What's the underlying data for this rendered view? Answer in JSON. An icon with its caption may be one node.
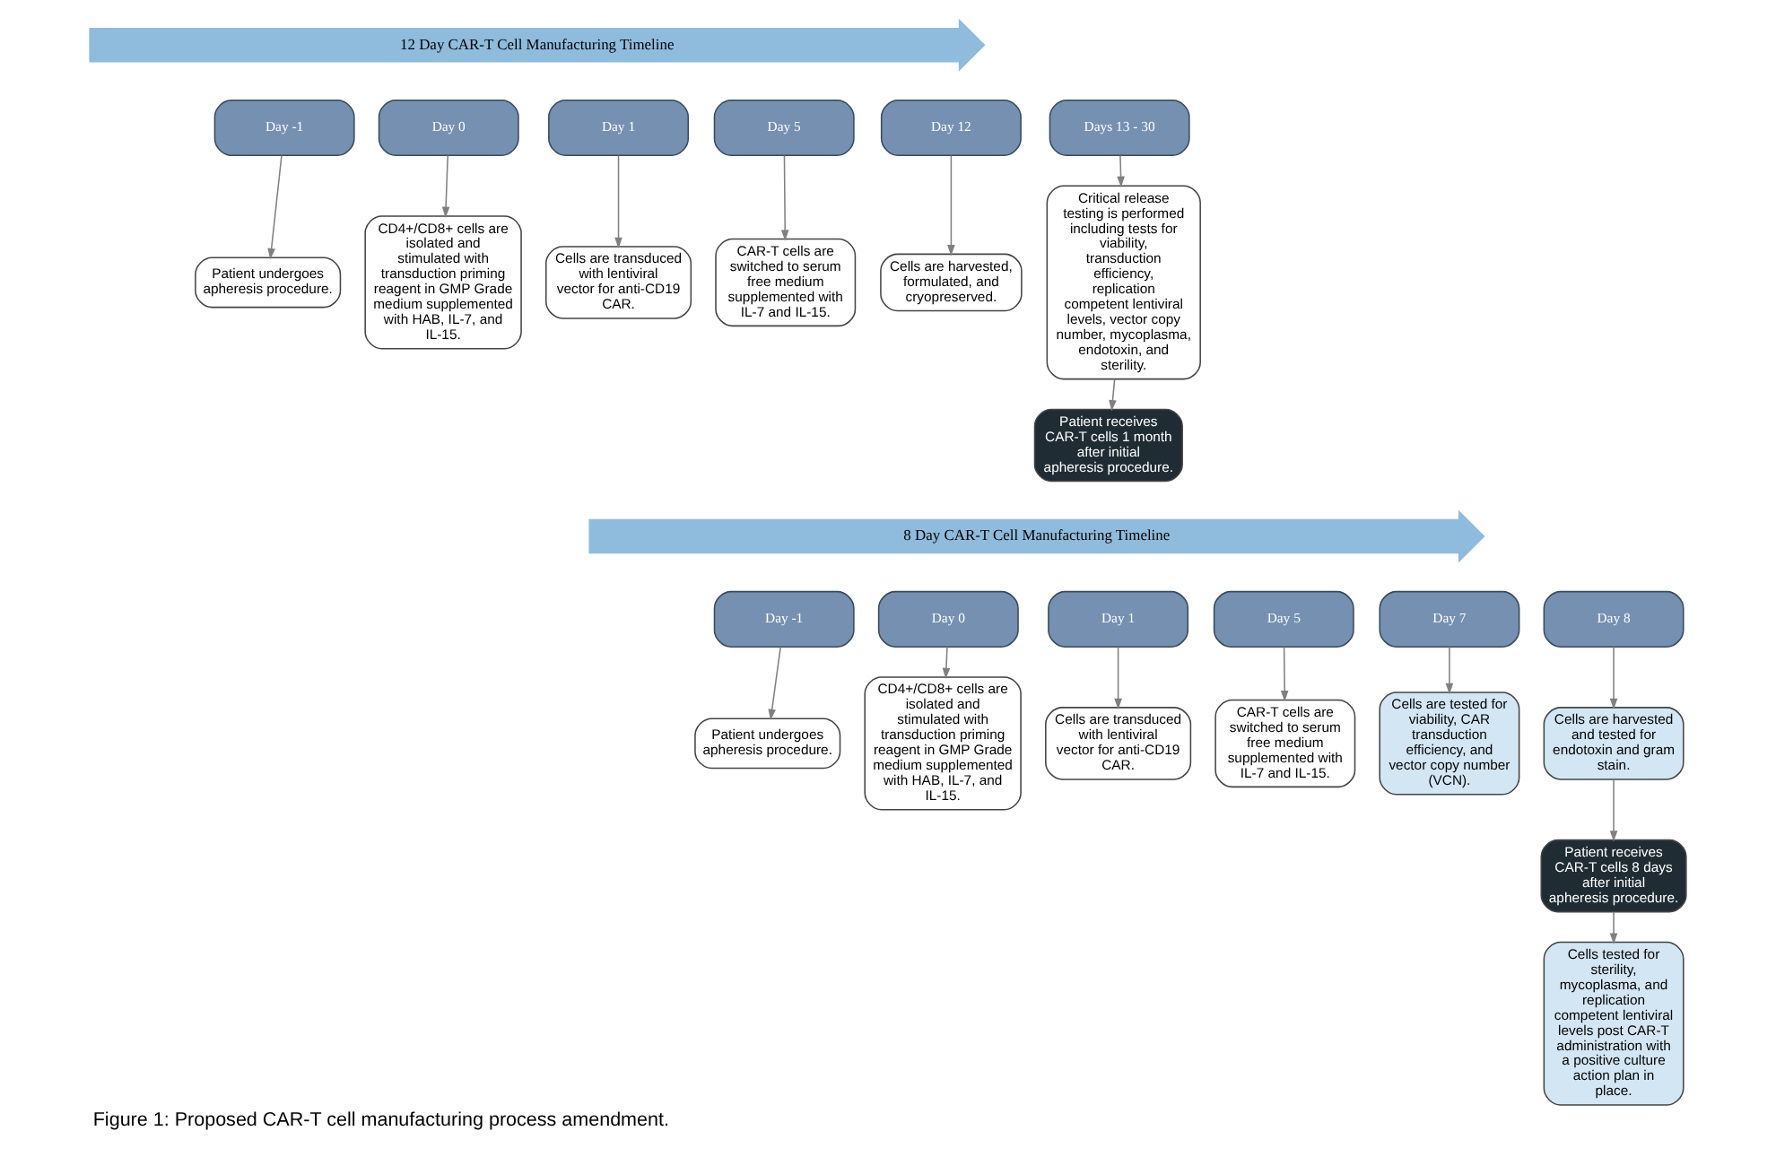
{
  "diagram": {
    "caption": "Figure 1: Proposed CAR-T cell manufacturing process amendment.",
    "nodes": [
      {
        "text": [
          "12 Day CAR-T Cell Manufacturing Timeline"
        ]
      },
      {
        "text": [
          "Day -1"
        ]
      },
      {
        "text": [
          "Day 0"
        ]
      },
      {
        "text": [
          "Day 1"
        ]
      },
      {
        "text": [
          "Day 5"
        ]
      },
      {
        "text": [
          "Day 12"
        ]
      },
      {
        "text": [
          "Days 13 - 30"
        ]
      },
      {
        "text": [
          "Patient undergoes apheresis procedure."
        ]
      },
      {
        "text": [
          "CD4+/CD8+ cells are isolated and stimulated with transduction priming reagent in GMP Grade medium supplemented with HAB, IL-7, and IL-15."
        ]
      },
      {
        "text": [
          "Cells are transduced with lentiviral vector for anti-CD19 CAR."
        ]
      },
      {
        "text": [
          "CAR-T cells are switched to serum free medium supplemented with IL-7 and IL-15."
        ]
      },
      {
        "text": [
          "Cells are harvested, formulated, and cryopreserved."
        ]
      },
      {
        "text": [
          "Critical release testing is performed including tests for viability, transduction efficiency, replication competent lentiviral levels, vector copy number, mycoplasma, endotoxin, and sterility."
        ]
      },
      {
        "text": [
          "Patient receives CAR-T cells 1 month after initial apheresis procedure."
        ]
      },
      {
        "text": [
          "8 Day CAR-T Cell Manufacturing Timeline"
        ]
      },
      {
        "text": [
          "Day -1"
        ]
      },
      {
        "text": [
          "Day 0"
        ]
      },
      {
        "text": [
          "Day 1"
        ]
      },
      {
        "text": [
          "Day 5"
        ]
      },
      {
        "text": [
          "Day 7"
        ]
      },
      {
        "text": [
          "Day 8"
        ]
      },
      {
        "text": [
          "Patient undergoes apheresis procedure."
        ]
      },
      {
        "text": [
          "CD4+/CD8+ cells are isolated and stimulated with transduction priming reagent in GMP Grade medium supplemented with HAB, IL-7, and IL-15."
        ]
      },
      {
        "text": [
          "Cells are transduced with lentiviral vector for anti-CD19 CAR."
        ]
      },
      {
        "text": [
          "CAR-T cells are switched to serum free medium supplemented with IL-7 and IL-15."
        ]
      },
      {
        "text": [
          "Cells are tested for viability, CAR transduction efficiency, and vector copy number (VCN)."
        ]
      },
      {
        "text": [
          "Cells are harvested and tested for endotoxin and gram stain."
        ]
      },
      {
        "text": [
          "Patient receives CAR-T cells 8 days after initial apheresis procedure."
        ]
      },
      {
        "text": [
          "Cells tested for sterility, mycoplasma, and replication competent lentiviral levels post CAR-T administration with a positive culture action plan in place."
        ]
      }
    ],
    "edges": [
      {
        "from": 1,
        "to": 7,
        "arrow": "to"
      },
      {
        "from": 2,
        "to": 8,
        "arrow": "to"
      },
      {
        "from": 3,
        "to": 9,
        "arrow": "to"
      },
      {
        "from": 4,
        "to": 10,
        "arrow": "to"
      },
      {
        "from": 5,
        "to": 11,
        "arrow": "to"
      },
      {
        "from": 6,
        "to": 12,
        "arrow": "to"
      },
      {
        "from": 12,
        "to": 13,
        "arrow": "to"
      },
      {
        "from": 15,
        "to": 21,
        "arrow": "to"
      },
      {
        "from": 16,
        "to": 22,
        "arrow": "to"
      },
      {
        "from": 17,
        "to": 23,
        "arrow": "to"
      },
      {
        "from": 18,
        "to": 24,
        "arrow": "to"
      },
      {
        "from": 19,
        "to": 25,
        "arrow": "to"
      },
      {
        "from": 20,
        "to": 26,
        "arrow": "to"
      },
      {
        "from": 26,
        "to": 27,
        "arrow": "to"
      },
      {
        "from": 27,
        "to": 28,
        "arrow": "to"
      }
    ]
  }
}
